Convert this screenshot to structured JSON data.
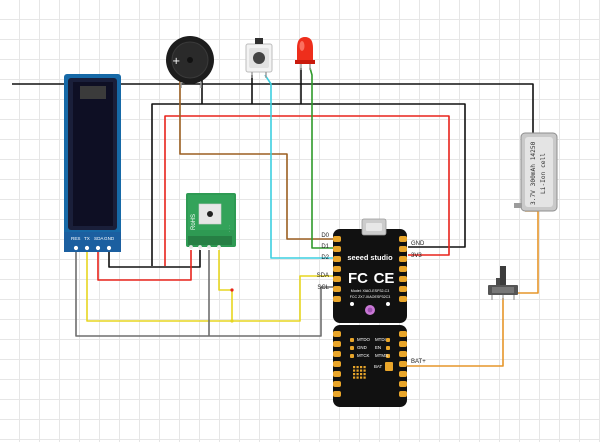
{
  "oled": {
    "pins": [
      "RES",
      "TX",
      "SDA",
      "GND"
    ]
  },
  "sensor": {
    "label": "RoHS"
  },
  "xiao": {
    "brand": "seeed studio",
    "fcc_mark": "FC",
    "ce_mark": "CE",
    "model_line": "Model: XIAO-ESP32-C3",
    "fcc_id": "FCC ZX7-XIAOESP32C3",
    "left_pins": [
      "D0",
      "D1",
      "D2",
      "SDA",
      "SCL"
    ],
    "right_pins": [
      "GND",
      "3V3"
    ],
    "back_pads": [
      "MTDO",
      "MTDI",
      "GND",
      "EN",
      "MTCK",
      "MTMS"
    ],
    "bat_pad": "BAT",
    "bat_plus": "BAT+"
  },
  "battery": {
    "line1": "3.7V 300mAh 14250",
    "line2": "Li-Ion cell"
  },
  "colors": {
    "black": "#111111",
    "red": "#e8231c",
    "brown": "#9b5f21",
    "cyan": "#3ccfe0",
    "green": "#2f9a2a",
    "yellow": "#e7d620",
    "gray": "#6e6e6e",
    "orange": "#e6962a",
    "purple": "#8e44ad"
  }
}
